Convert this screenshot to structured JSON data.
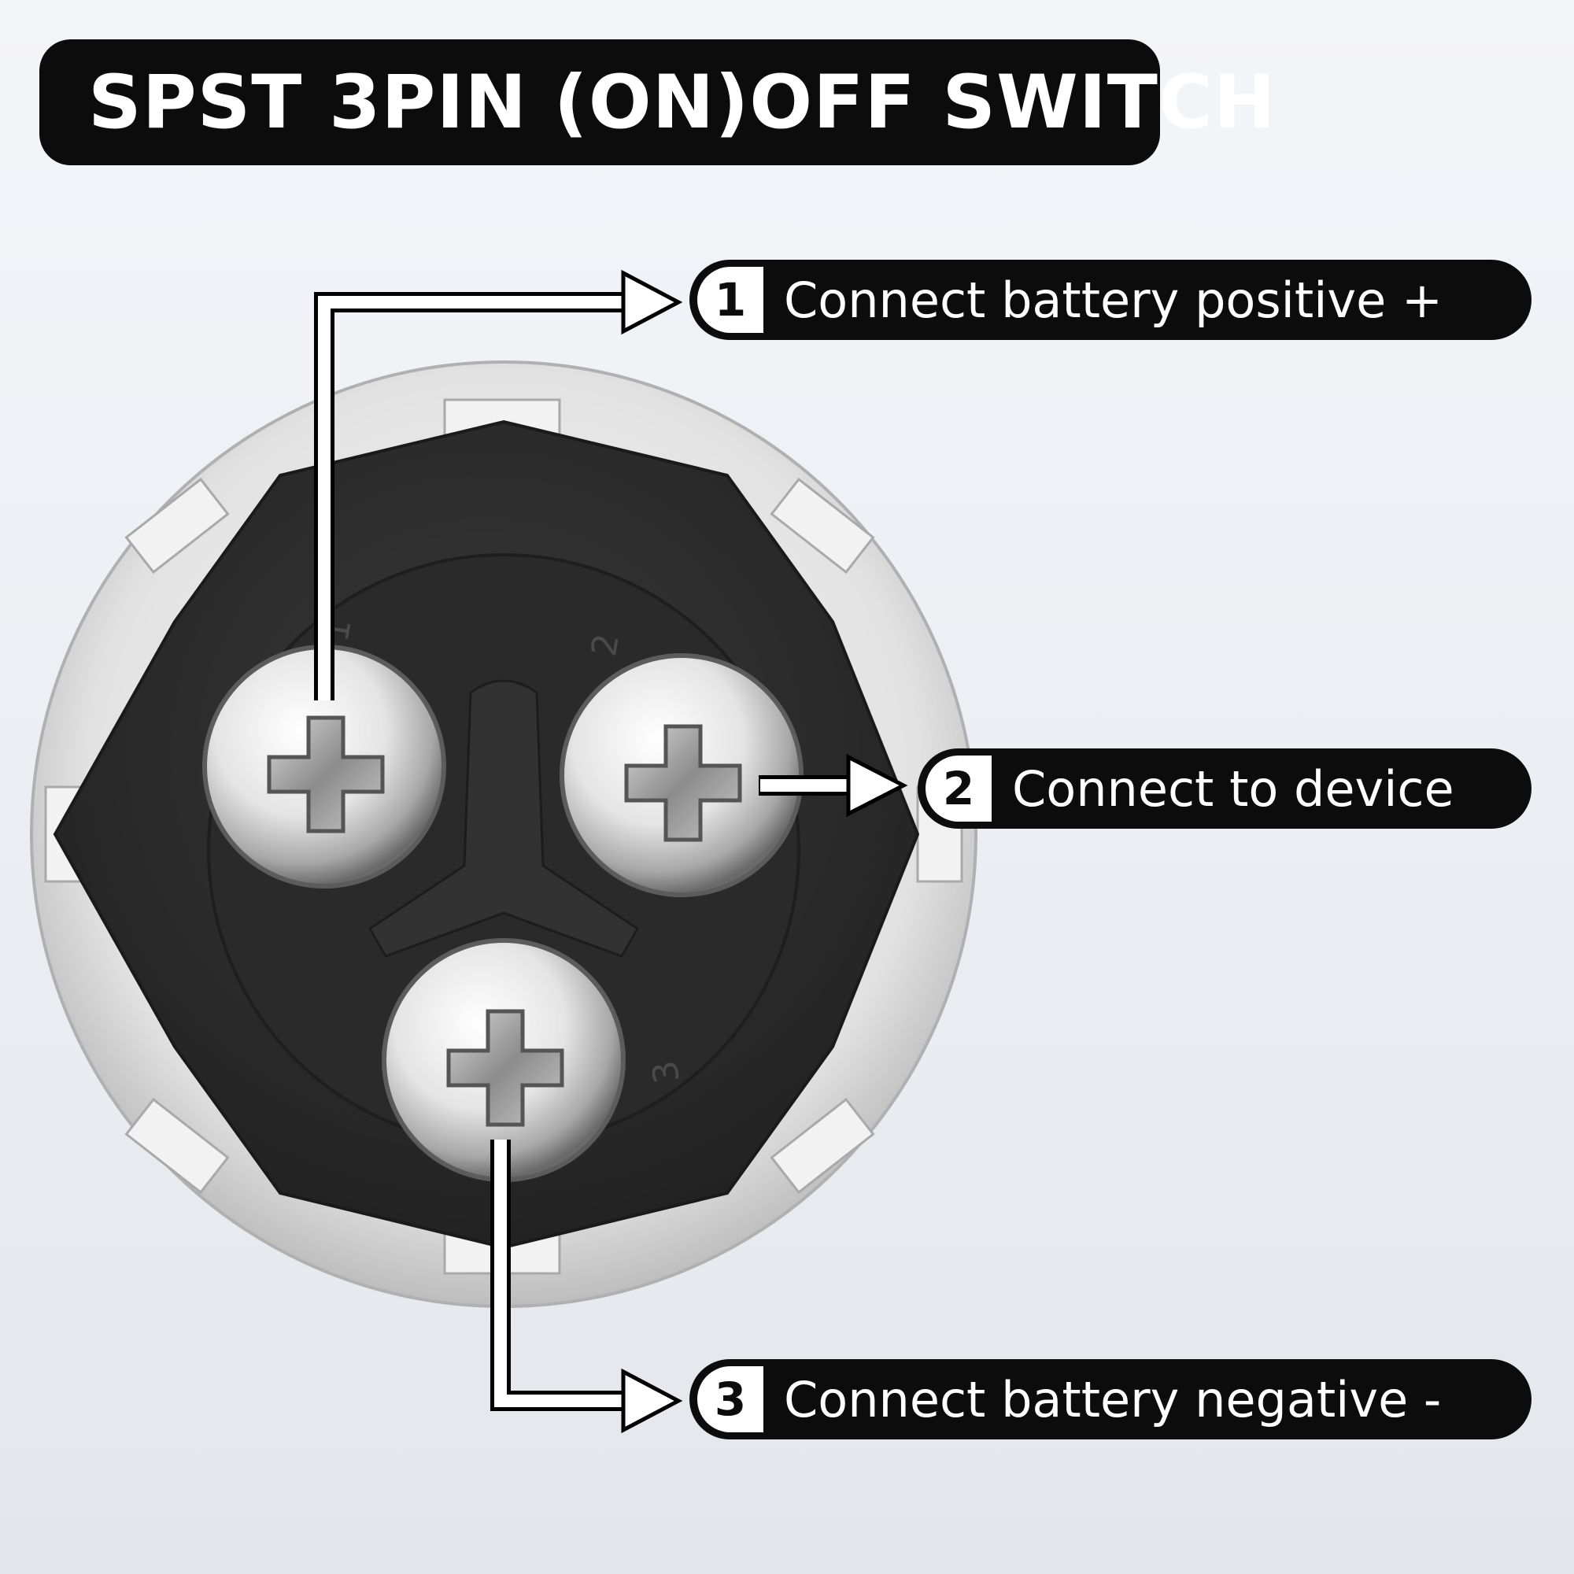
{
  "title": "SPST 3PIN (ON)OFF SWITCH",
  "callouts": [
    {
      "number": "1",
      "text": "Connect battery positive +"
    },
    {
      "number": "2",
      "text": "Connect to device"
    },
    {
      "number": "3",
      "text": "Connect battery negative -"
    }
  ],
  "terminal_markings": [
    "1",
    "2",
    "3"
  ],
  "colors": {
    "background": "#eceef3",
    "label_background": "#0c0c0c",
    "label_text": "#ffffff",
    "switch_body": "#2c2c2c",
    "bezel": "#e6e6e6"
  }
}
